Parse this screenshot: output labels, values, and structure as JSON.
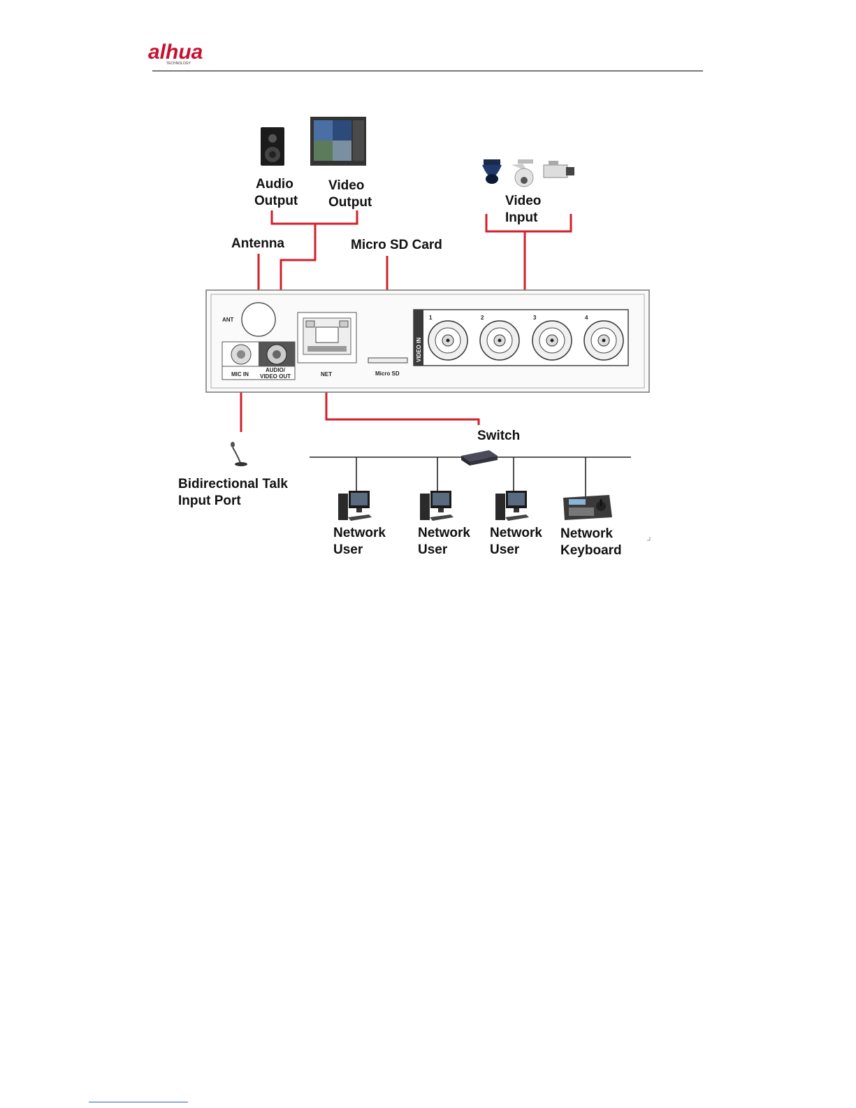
{
  "header": {
    "logo_main": "alhua",
    "logo_sub": "TECHNOLOGY"
  },
  "diagram": {
    "labels": {
      "audio_output_1": "Audio",
      "audio_output_2": "Output",
      "video_output_1": "Video",
      "video_output_2": "Output",
      "video_input_1": "Video",
      "video_input_2": "Input",
      "antenna": "Antenna",
      "micro_sd_card": "Micro SD Card",
      "switch": "Switch",
      "bidirectional_1": "Bidirectional  Talk",
      "bidirectional_2": "Input Port",
      "network_user_1a": "Network",
      "network_user_1b": "User",
      "network_user_2a": "Network",
      "network_user_2b": "User",
      "network_user_3a": "Network",
      "network_user_3b": "User",
      "network_keyboard_a": "Network",
      "network_keyboard_b": "Keyboard"
    },
    "panel": {
      "ant": "ANT",
      "mic_in": "MIC IN",
      "audio_video_out_1": "AUDIO/",
      "audio_video_out_2": "VIDEO OUT",
      "net": "NET",
      "micro_sd": "Micro SD",
      "video_in": "VIDEO IN",
      "ports": [
        "1",
        "2",
        "3",
        "4"
      ]
    },
    "colors": {
      "wire": "#d21f2b"
    }
  }
}
